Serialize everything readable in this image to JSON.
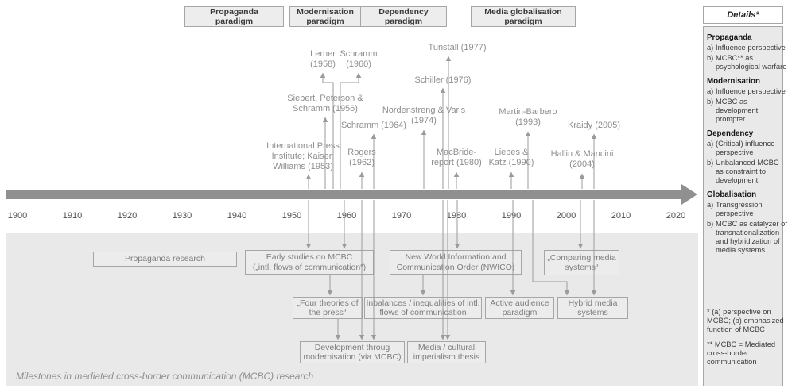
{
  "paradigms": [
    {
      "label": "Propaganda\nparadigm"
    },
    {
      "label": "Modernisation\nparadigm"
    },
    {
      "label": "Dependency\nparadigm"
    },
    {
      "label": "Media globalisation\nparadigm"
    }
  ],
  "timeline": {
    "years": [
      "1900",
      "1910",
      "1920",
      "1930",
      "1940",
      "1950",
      "1960",
      "1970",
      "1980",
      "1990",
      "2000",
      "2010",
      "2020"
    ]
  },
  "citations": [
    {
      "label": "Lerner\n(1958)"
    },
    {
      "label": "Schramm\n(1960)"
    },
    {
      "label": "Tunstall (1977)"
    },
    {
      "label": "Schiller (1976)"
    },
    {
      "label": "Siebert, Peterson &\nSchramm (1956)"
    },
    {
      "label": "Nordenstreng & Varis\n(1974)"
    },
    {
      "label": "Schramm (1964)"
    },
    {
      "label": "Martin-Barbero\n(1993)"
    },
    {
      "label": "Kraidy (2005)"
    },
    {
      "label": "International Press\nInstitute; Kaiser;\nWilliams (1953)"
    },
    {
      "label": "Rogers\n(1962)"
    },
    {
      "label": "MacBride-\nreport (1980)"
    },
    {
      "label": "Liebes &\nKatz (1990)"
    },
    {
      "label": "Hallin & Mancini\n(2004)"
    }
  ],
  "research_boxes": [
    {
      "label": "Propaganda research"
    },
    {
      "label": "Early studies on MCBC\n(„intl. flows of communication“)"
    },
    {
      "label": "New World Information and\nCommunication Order (NWICO)"
    },
    {
      "label": "„Comparing media\nsystems“"
    },
    {
      "label": "„Four theories of\nthe press“"
    },
    {
      "label": "Inbalances / inequalities of intl.\nflows of communication"
    },
    {
      "label": "Active audience\nparadigm"
    },
    {
      "label": "Hybrid media\nsystems"
    },
    {
      "label": "Development throug\nmodernisation (via MCBC)"
    },
    {
      "label": "Media / cultural\nimperialism thesis"
    }
  ],
  "caption": "Milestones in mediated cross-border communication (MCBC) research",
  "details_panel": {
    "title": "Details*",
    "sections": [
      {
        "heading": "Propaganda",
        "items": [
          {
            "key": "a)",
            "text": "Influence perspective"
          },
          {
            "key": "b)",
            "text": "MCBC** as\npsychological warfare"
          }
        ]
      },
      {
        "heading": "Modernisation",
        "items": [
          {
            "key": "a)",
            "text": "Influence perspective"
          },
          {
            "key": "b)",
            "text": "MCBC as\ndevelopment\nprompter"
          }
        ]
      },
      {
        "heading": "Dependency",
        "items": [
          {
            "key": "a)",
            "text": "(Critical) influence\nperspective"
          },
          {
            "key": "b)",
            "text": "Unbalanced MCBC\nas constraint to\ndevelopment"
          }
        ]
      },
      {
        "heading": "Globalisation",
        "items": [
          {
            "key": "a)",
            "text": "Transgression\nperspective"
          },
          {
            "key": "b)",
            "text": "MCBC as catalyzer of\ntransnationalization\nand hybridization of\nmedia systems"
          }
        ]
      }
    ],
    "footnotes": [
      "* (a) perspective on\nMCBC; (b) emphasized\nfunction of MCBC",
      "** MCBC = Mediated\ncross-border\ncommunication"
    ]
  }
}
